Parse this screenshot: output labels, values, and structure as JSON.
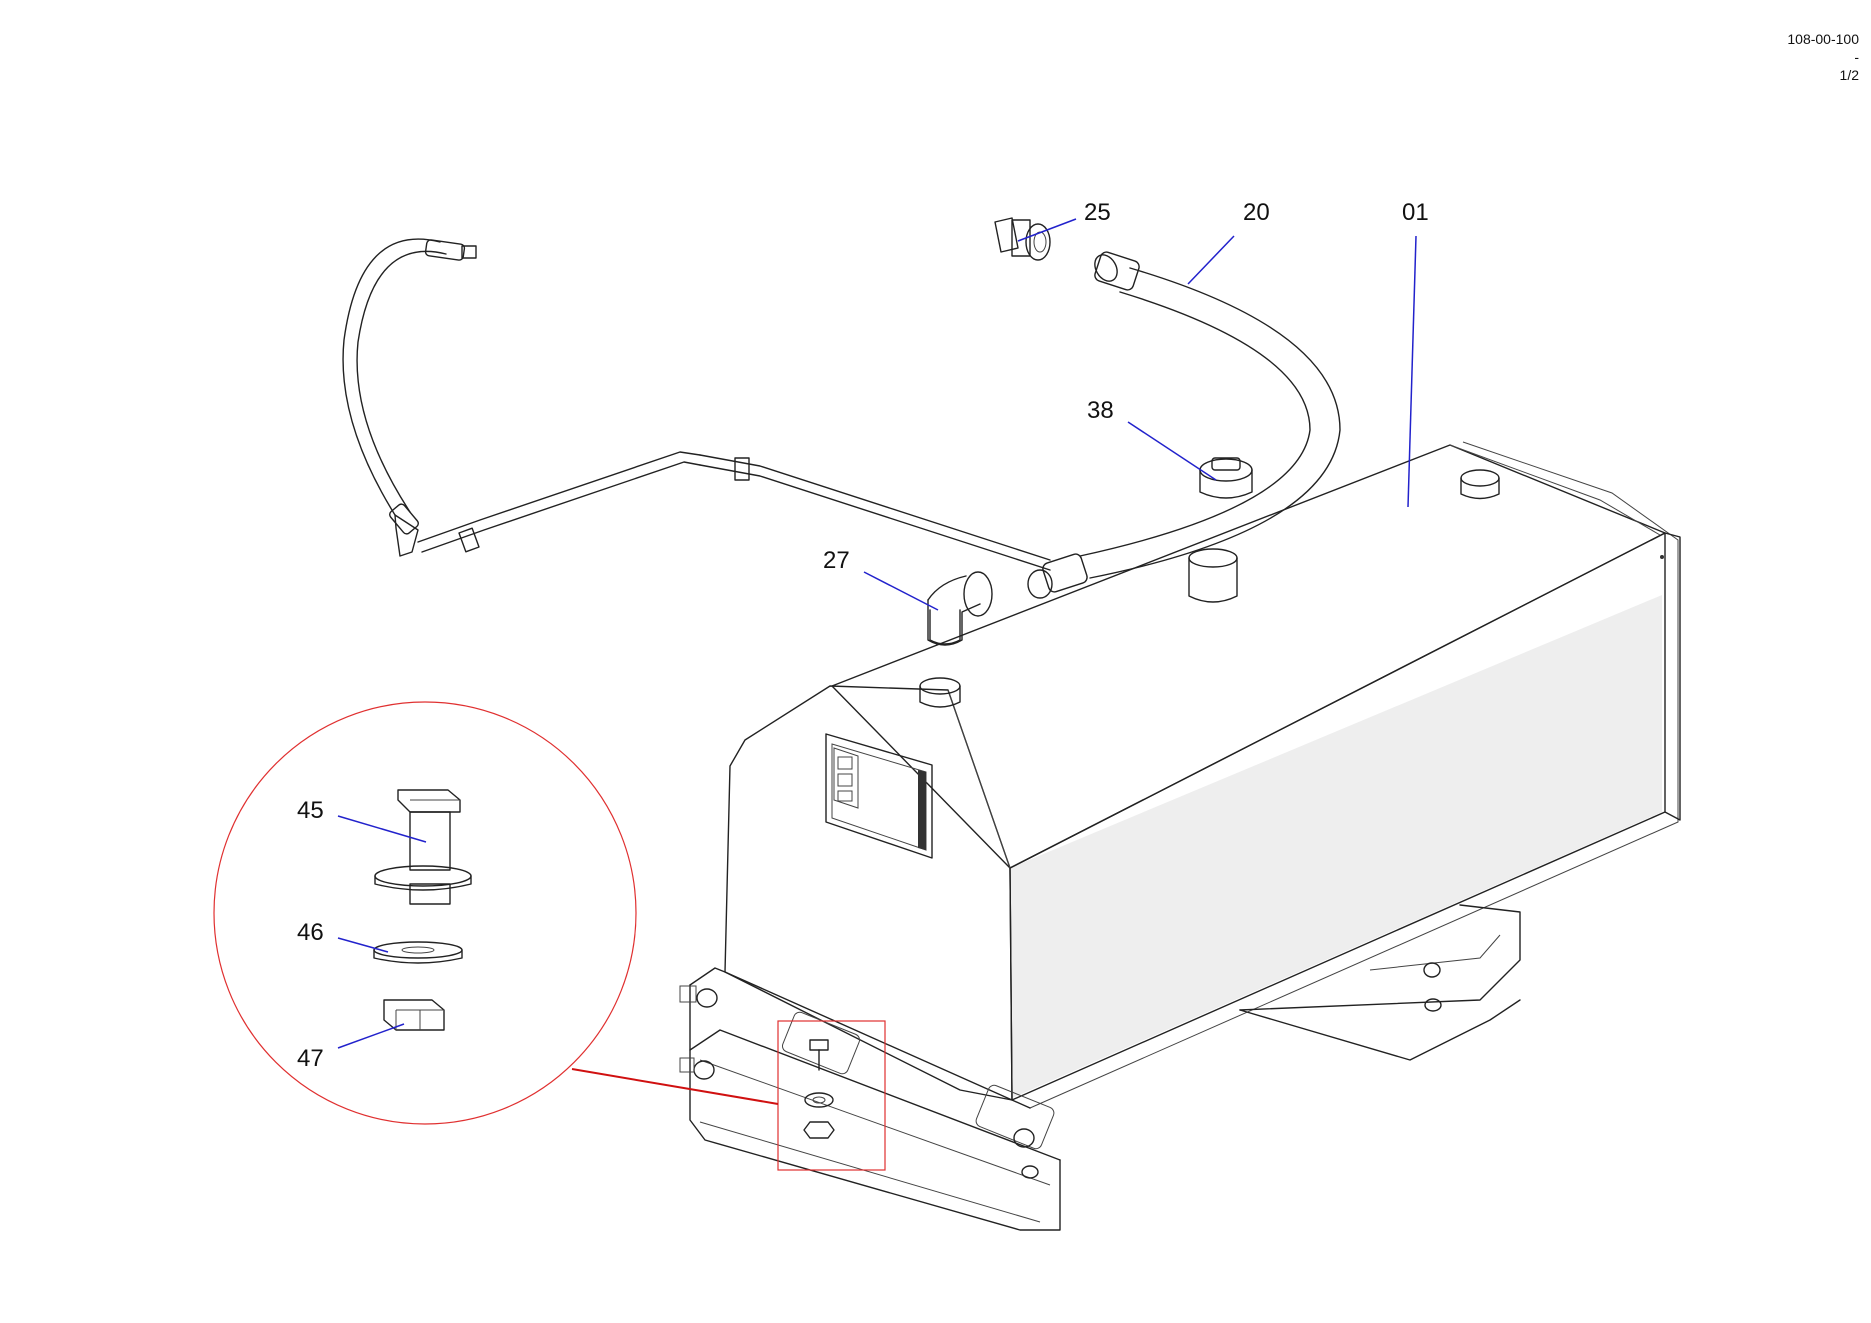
{
  "title_block": {
    "drawing_number": "108-00-100",
    "revision": "-",
    "sheet": "1/2"
  },
  "callouts": [
    {
      "id": "01"
    },
    {
      "id": "20"
    },
    {
      "id": "25"
    },
    {
      "id": "27"
    },
    {
      "id": "38"
    },
    {
      "id": "45"
    },
    {
      "id": "46"
    },
    {
      "id": "47"
    }
  ],
  "colors": {
    "leader_line": "#2222cc",
    "detail_circle": "#e03030",
    "detail_link": "#d01010",
    "outline": "#222222",
    "panel_fill": "#eeeeee"
  }
}
